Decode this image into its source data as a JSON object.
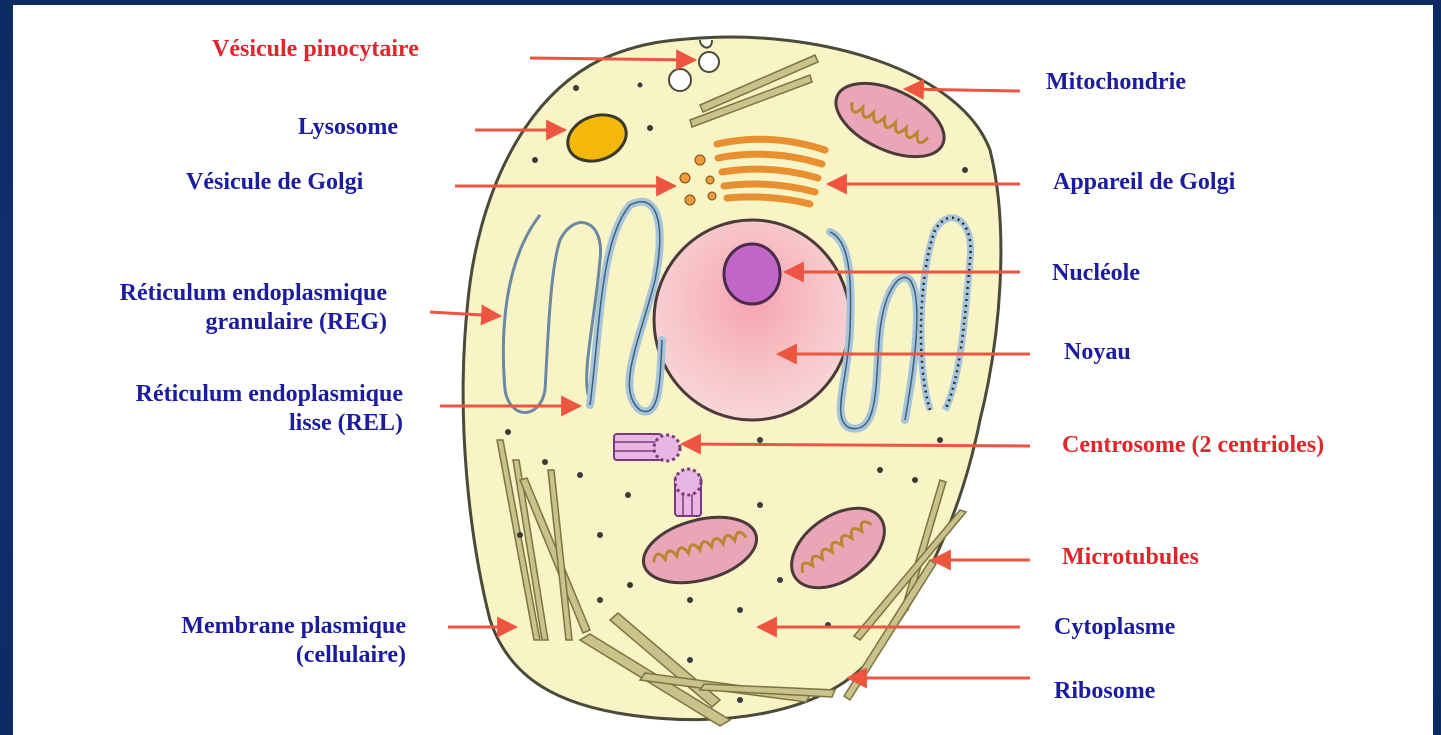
{
  "colors": {
    "frame": "#0f2a5a",
    "background": "#ffffff",
    "blue_label": "#1b1c9e",
    "red_label": "#e0262a",
    "arrow": "#ee5540",
    "cytoplasm": "#f7f3c4",
    "nucleus": "#f7c7c6",
    "nucleolus": "#c066c6",
    "golgi": "#ef9b3a",
    "lysosome": "#f3b80a",
    "mitochondria": "#e9a6b6",
    "er_lisse": "#a6c5da",
    "microtubule": "#c9c28a"
  },
  "labels": {
    "vesicule_pinocytaire": "Vésicule pinocytaire",
    "lysosome": "Lysosome",
    "vesicule_golgi": "Vésicule de Golgi",
    "reg": "Réticulum endoplasmique\ngranulaire (REG)",
    "rel": "Réticulum endoplasmique\nlisse (REL)",
    "membrane": "Membrane plasmique\n(cellulaire)",
    "mitochondrie": "Mitochondrie",
    "appareil_golgi": "Appareil de Golgi",
    "nucleole": "Nucléole",
    "noyau": "Noyau",
    "centrosome": "Centrosome (2 centrioles)",
    "microtubules": "Microtubules",
    "cytoplasme": "Cytoplasme",
    "ribosome": "Ribosome"
  }
}
